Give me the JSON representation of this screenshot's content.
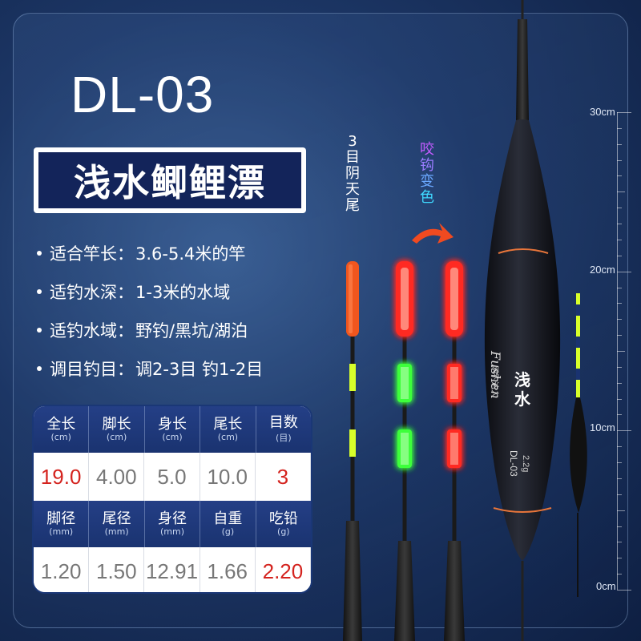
{
  "model": "DL-03",
  "product_name": "浅水鲫鲤漂",
  "specs": [
    {
      "label": "适合竿长：",
      "value": "3.6-5.4米的竿"
    },
    {
      "label": "适钓水深：",
      "value": "1-3米的水域"
    },
    {
      "label": "适钓水域：",
      "value": "野钓/黑坑/湖泊"
    },
    {
      "label": "调目钓目：",
      "value": "调2-3目 钓1-2目"
    }
  ],
  "table": {
    "row1_headers": [
      {
        "label": "全长",
        "unit": "(cm)"
      },
      {
        "label": "脚长",
        "unit": "(cm)"
      },
      {
        "label": "身长",
        "unit": "(cm)"
      },
      {
        "label": "尾长",
        "unit": "(cm)"
      },
      {
        "label": "目数",
        "unit": "(目)"
      }
    ],
    "row1_values": [
      "19.0",
      "4.00",
      "5.0",
      "10.0",
      "3"
    ],
    "row2_headers": [
      {
        "label": "脚径",
        "unit": "(mm)"
      },
      {
        "label": "尾径",
        "unit": "(mm)"
      },
      {
        "label": "身径",
        "unit": "(mm)"
      },
      {
        "label": "自重",
        "unit": "(g)"
      },
      {
        "label": "吃铅",
        "unit": "(g)"
      }
    ],
    "row2_values": [
      "1.20",
      "1.50",
      "12.91",
      "1.66",
      "2.20"
    ],
    "highlight_color": "#d4231e"
  },
  "labels": {
    "overcast": "3目阴天尾",
    "bite_chars": [
      "咬",
      "钩",
      "变",
      "色"
    ]
  },
  "float_body": {
    "brand": "Fushen",
    "brand_sub": "网钓达人",
    "name": "浅水",
    "model": "DL-03",
    "weight": "2.2g"
  },
  "ruler": {
    "labels": [
      "30cm",
      "20cm",
      "10cm",
      "0cm"
    ]
  },
  "colors": {
    "background": "#1c3665",
    "title_box": "#13245a",
    "tip_orange": "#f0561e",
    "glow_red": "#ff2a22",
    "glow_green": "#3cff3a",
    "tip_yellow": "#d8ff2a"
  }
}
